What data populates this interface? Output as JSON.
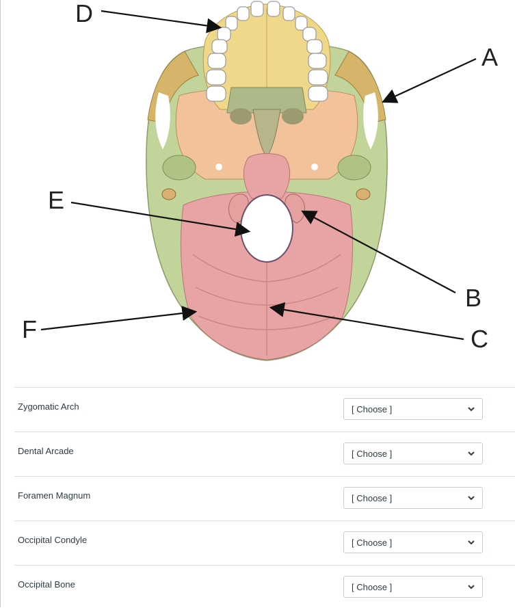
{
  "figure": {
    "labels": [
      "D",
      "A",
      "E",
      "B",
      "F",
      "C"
    ]
  },
  "questions": [
    {
      "label": "Zygomatic Arch",
      "selected": "[ Choose ]"
    },
    {
      "label": "Dental Arcade",
      "selected": "[ Choose ]"
    },
    {
      "label": "Foramen Magnum",
      "selected": "[ Choose ]"
    },
    {
      "label": "Occipital Condyle",
      "selected": "[ Choose ]"
    },
    {
      "label": "Occipital Bone",
      "selected": "[ Choose ]"
    }
  ],
  "colors": {
    "maxilla": "#f0d88a",
    "sphenoid": "#f2c29a",
    "temporal": "#c3d49a",
    "occipital": "#e8a4a4",
    "vomer": "#b7b58c",
    "zygomatic_edge": "#d6b56a"
  }
}
